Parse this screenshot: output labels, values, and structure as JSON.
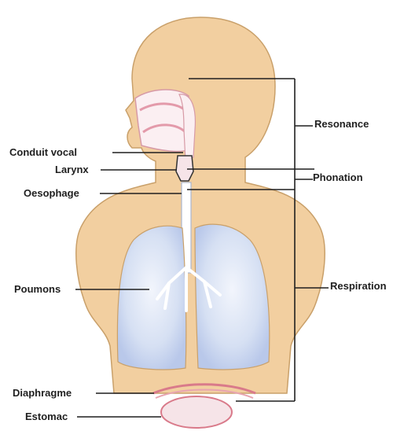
{
  "diagram": {
    "labels": {
      "resonance": "Resonance",
      "phonation": "Phonation",
      "respiration": "Respiration",
      "conduit_vocal": "Conduit vocal",
      "larynx": "Larynx",
      "oesophage": "Oesophage",
      "poumons": "Poumons",
      "diaphragme": "Diaphragme",
      "estomac": "Estomac"
    },
    "colors": {
      "skin": "#F2CFA0",
      "skin_outline": "#C9A06A",
      "lung_blue": "#C9D6F0",
      "lung_core": "#EEF2FB",
      "pink": "#E8A4B0",
      "stomach_fill": "#F6E4E8",
      "line": "#1F1F1F"
    }
  }
}
